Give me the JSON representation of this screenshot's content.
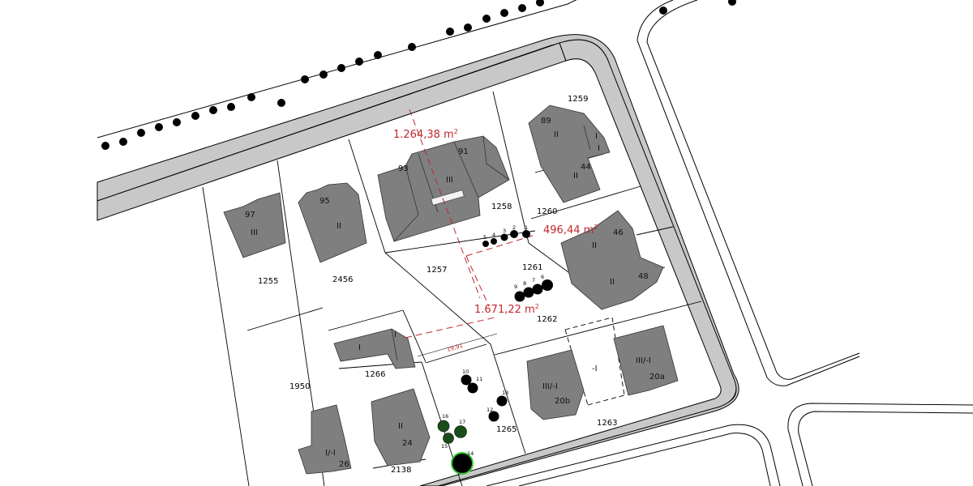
{
  "colors": {
    "building": "#7f7f7f",
    "road": "#c8c8c8",
    "area_marker": "#c0272d",
    "tree_highlight": "#33cc33",
    "tree_green": "#1a4d1a"
  },
  "areas": {
    "a1": {
      "value": "1.264,38 m",
      "sup": "2"
    },
    "a2": {
      "value": "496,44 m",
      "sup": "2"
    },
    "a3": {
      "value": "1.671,22 m",
      "sup": "2"
    }
  },
  "measure": "19,91",
  "parcels": {
    "p1255": "1255",
    "p2456": "2456",
    "p1257": "1257",
    "p1258": "1258",
    "p1259": "1259",
    "p1260": "1260",
    "p1261": "1261",
    "p1262": "1262",
    "p1263": "1263",
    "p1265": "1265",
    "p1266": "1266",
    "p1950": "1950",
    "p2138": "2138"
  },
  "buildings": {
    "n97": "97",
    "s97": "III",
    "n95": "95",
    "s95": "II",
    "n93": "93",
    "n91": "91",
    "s93": "III",
    "n89": "89",
    "s89": "II",
    "s89b": "I",
    "s89c": "I",
    "n44": "44",
    "s44": "II",
    "n46": "46",
    "s46": "II",
    "n48": "48",
    "s48": "II",
    "s1266a": "I",
    "s1266b": "I",
    "n24": "24",
    "s24": "II",
    "n26": "26",
    "s26": "I/-I",
    "n20b": "20b",
    "s20b": "III/-I",
    "n20a": "20a",
    "s20a": "III/-I",
    "sDash": "-I"
  },
  "trees": [
    "1",
    "2",
    "3",
    "4",
    "5",
    "6",
    "7",
    "8",
    "9",
    "10",
    "11",
    "12",
    "13",
    "14",
    "15",
    "16",
    "17"
  ]
}
